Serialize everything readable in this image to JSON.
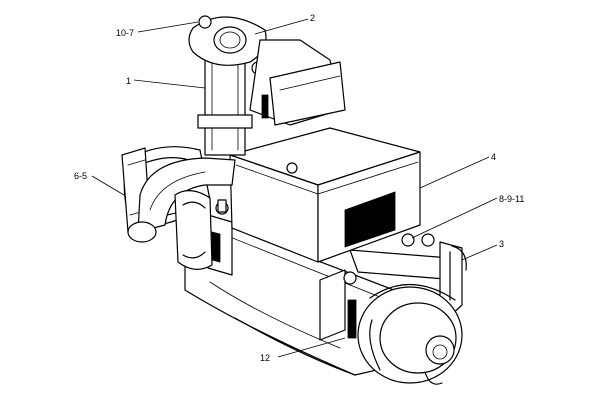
{
  "diagram": {
    "type": "exploded-parts-illustration",
    "callouts": [
      {
        "id": "c-10-7",
        "label": "10-7"
      },
      {
        "id": "c-2",
        "label": "2"
      },
      {
        "id": "c-1",
        "label": "1"
      },
      {
        "id": "c-6-5",
        "label": "6-5"
      },
      {
        "id": "c-4",
        "label": "4"
      },
      {
        "id": "c-8-9-11",
        "label": "8-9-11"
      },
      {
        "id": "c-3",
        "label": "3"
      },
      {
        "id": "c-12",
        "label": "12"
      }
    ]
  }
}
